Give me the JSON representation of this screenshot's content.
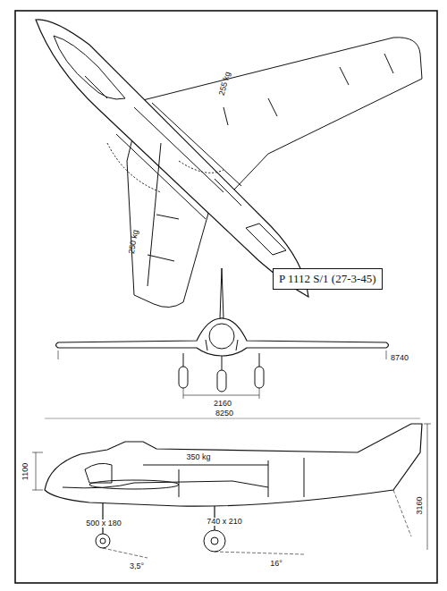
{
  "diagram": {
    "nodes": [
      {
        "text": [
          "P 1112 S/1 (27-3-45)"
        ]
      }
    ],
    "labels": [
      "255 kg",
      "250 kg",
      "8740",
      "2160",
      "8250",
      "1100",
      "350 kg",
      "3160",
      "500 x 180",
      "740 x 210",
      "3,5°",
      "16°"
    ]
  }
}
